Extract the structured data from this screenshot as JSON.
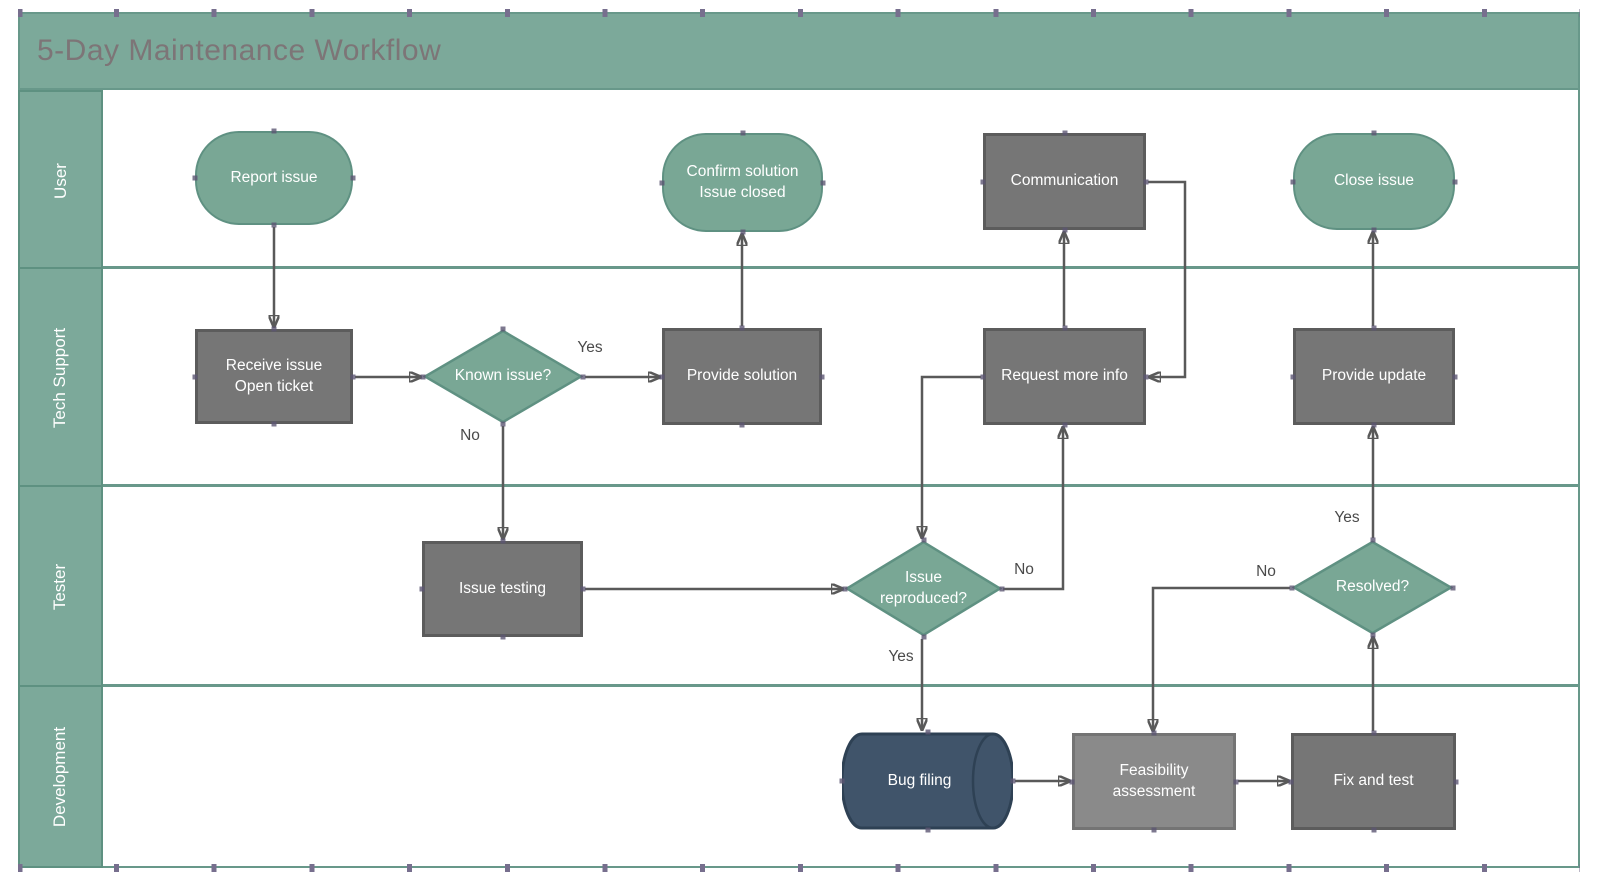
{
  "title": "5-Day Maintenance Workflow",
  "lanes": [
    {
      "label": "User"
    },
    {
      "label": "Tech Support"
    },
    {
      "label": "Tester"
    },
    {
      "label": "Development"
    }
  ],
  "nodes": {
    "report_issue": {
      "label": "Report issue"
    },
    "confirm_solution": {
      "line1": "Confirm solution",
      "line2": "Issue closed"
    },
    "communication": {
      "label": "Communication"
    },
    "close_issue": {
      "label": "Close issue"
    },
    "receive_issue": {
      "line1": "Receive issue",
      "line2": "Open ticket"
    },
    "known_issue": {
      "label": "Known issue?"
    },
    "provide_solution": {
      "label": "Provide solution"
    },
    "request_more_info": {
      "label": "Request more info"
    },
    "provide_update": {
      "label": "Provide update"
    },
    "issue_testing": {
      "label": "Issue testing"
    },
    "issue_reproduced": {
      "line1": "Issue",
      "line2": "reproduced?"
    },
    "resolved": {
      "label": "Resolved?"
    },
    "bug_filing": {
      "label": "Bug filing"
    },
    "feasibility": {
      "line1": "Feasibility",
      "line2": "assessment"
    },
    "fix_and_test": {
      "label": "Fix and test"
    }
  },
  "edge_labels": {
    "known_yes": "Yes",
    "known_no": "No",
    "repro_yes": "Yes",
    "repro_no": "No",
    "resolved_yes": "Yes",
    "resolved_no": "No"
  },
  "colors": {
    "lane_green": "#7ca99a",
    "lane_border_green": "#68988a",
    "shape_green": "#79a795",
    "shape_green_border": "#5f9182",
    "process_gray": "#767676",
    "process_gray_border": "#5c5c5c",
    "cylinder_navy": "#40546a",
    "connector_gray": "#595959",
    "title_text": "#7d7577",
    "shape_text": "#ffffff"
  }
}
